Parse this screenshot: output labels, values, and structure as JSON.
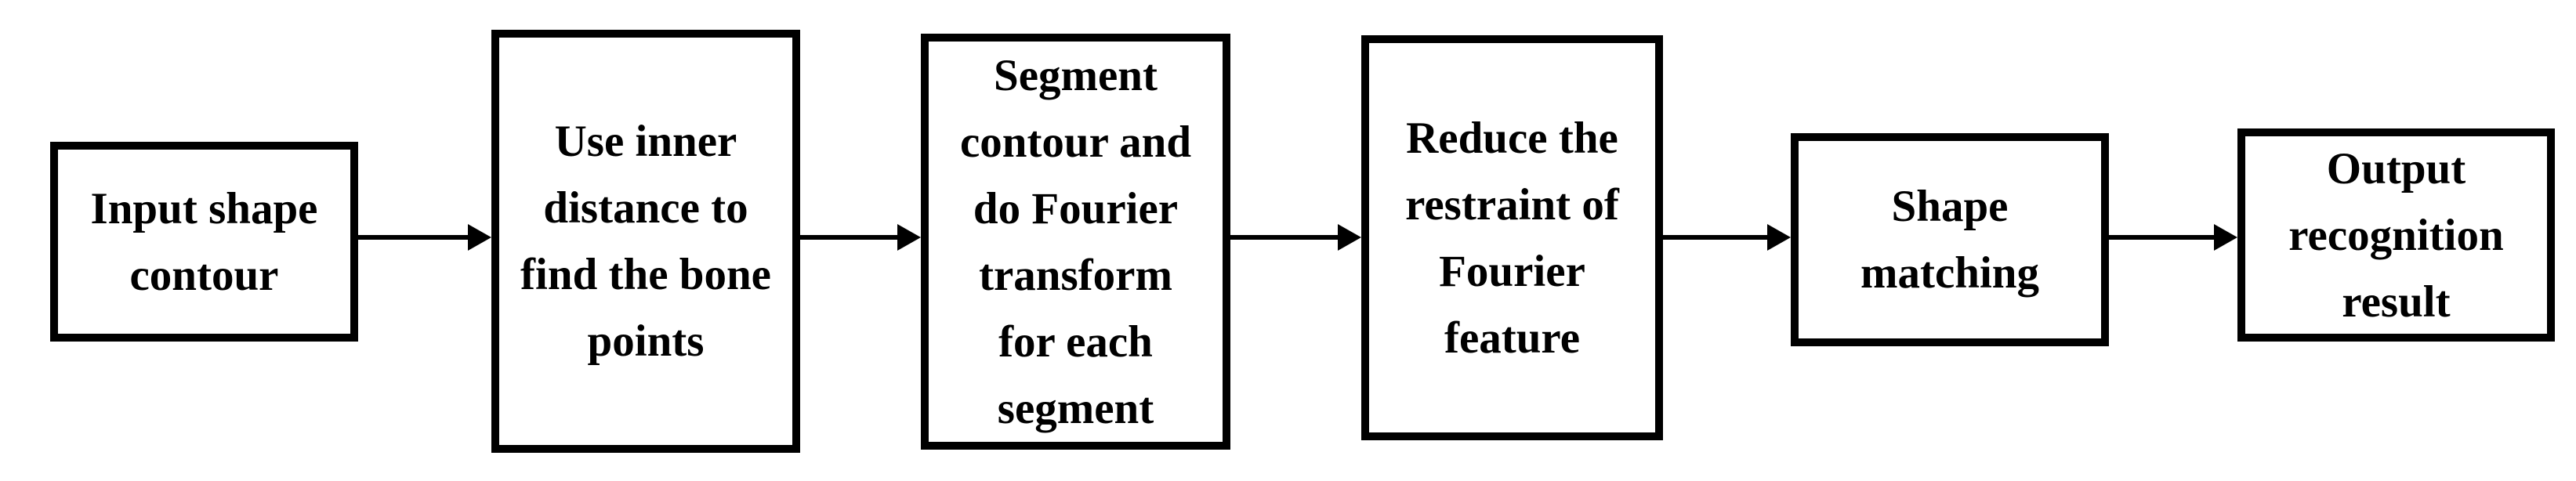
{
  "figure": {
    "type": "flowchart",
    "orientation": "left-to-right",
    "colors": {
      "background": "#ffffff",
      "node_border": "#000000",
      "node_fill": "#ffffff",
      "text": "#000000",
      "arrow": "#000000"
    },
    "nodes": [
      {
        "id": "input-shape-contour",
        "label": "Input shape\ncontour"
      },
      {
        "id": "inner-distance-bone-points",
        "label": "Use inner\ndistance to\nfind the bone\npoints"
      },
      {
        "id": "segment-fourier-transform",
        "label": "Segment\ncontour and\ndo Fourier\ntransform\nfor each\nsegment"
      },
      {
        "id": "reduce-fourier-restraint",
        "label": "Reduce the\nrestraint of\nFourier\nfeature"
      },
      {
        "id": "shape-matching",
        "label": "Shape\nmatching"
      },
      {
        "id": "output-recognition-result",
        "label": "Output\nrecognition\nresult"
      }
    ],
    "connectors": [
      {
        "from": "input-shape-contour",
        "to": "inner-distance-bone-points",
        "style": "solid-arrow"
      },
      {
        "from": "inner-distance-bone-points",
        "to": "segment-fourier-transform",
        "style": "solid-arrow"
      },
      {
        "from": "segment-fourier-transform",
        "to": "reduce-fourier-restraint",
        "style": "solid-arrow"
      },
      {
        "from": "reduce-fourier-restraint",
        "to": "shape-matching",
        "style": "solid-arrow"
      },
      {
        "from": "shape-matching",
        "to": "output-recognition-result",
        "style": "solid-arrow"
      }
    ]
  }
}
